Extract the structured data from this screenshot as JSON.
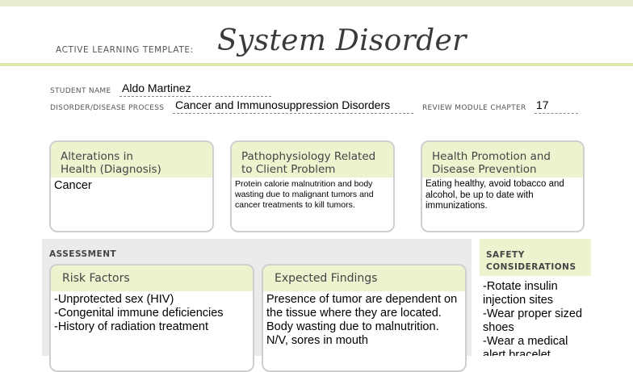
{
  "header": {
    "template_label": "ACTIVE LEARNING TEMPLATE:",
    "title": "System Disorder"
  },
  "student": {
    "name_label": "STUDENT NAME",
    "name_value": "Aldo Martinez",
    "disorder_label": "DISORDER/DISEASE PROCESS",
    "disorder_value": "Cancer and Immunosuppression Disorders",
    "chapter_label": "REVIEW MODULE CHAPTER",
    "chapter_value": "17"
  },
  "boxes": {
    "alterations": {
      "title_line1": "Alterations in",
      "title_line2": "Health (Diagnosis)",
      "body": "Cancer"
    },
    "patho": {
      "title_line1": "Pathophysiology Related",
      "title_line2": "to Client Problem",
      "body": "Protein calorie malnutrition and body wasting due to malignant tumors and cancer treatments to kill tumors."
    },
    "health": {
      "title_line1": "Health Promotion and",
      "title_line2": "Disease Prevention",
      "body": "Eating healthy, avoid tobacco and alcohol, be up to date with immunizations."
    }
  },
  "assessment": {
    "title": "ASSESSMENT",
    "risk": {
      "title": "Risk Factors",
      "items": [
        "-Unprotected sex (HIV)",
        "-Congenital immune deficiencies",
        "-History of radiation treatment"
      ]
    },
    "findings": {
      "title": "Expected Findings",
      "body": "Presence of tumor are dependent on the tissue where they are located. Body wasting due to malnutrition. N/V, sores in mouth"
    }
  },
  "safety": {
    "title_line1": "SAFETY",
    "title_line2": "CONSIDERATIONS",
    "items": [
      "-Rotate insulin injection sites",
      "-Wear proper sized shoes",
      "-Wear a medical alert bracelet"
    ]
  }
}
